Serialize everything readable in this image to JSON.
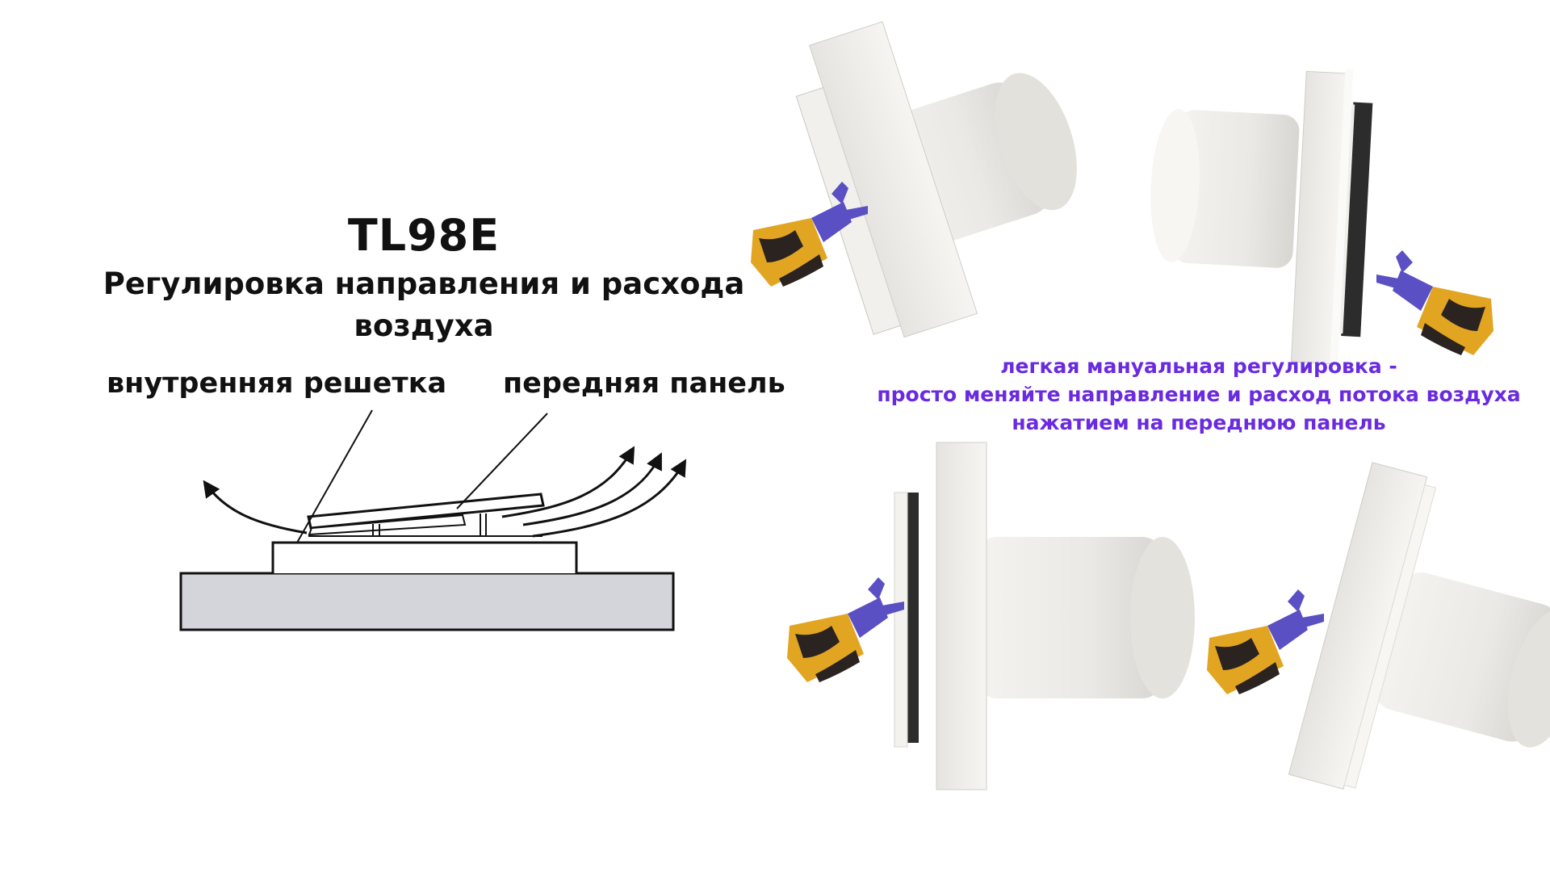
{
  "diagram": {
    "model": "TL98E",
    "heading": "Регулировка направления и расхода воздуха",
    "label_inner_grille": "внутренняя решетка",
    "label_front_panel": "передняя панель"
  },
  "caption": {
    "line1": "легкая мануальная регулировка -",
    "line2": "просто меняйте направление и расход потока воздуха",
    "line3": "нажатием на переднюю панель"
  },
  "colors": {
    "caption": "#6a2be0",
    "glove_yellow": "#e2a522",
    "glove_dark": "#2a2320",
    "hand_purple": "#5b4fc4",
    "wall_fill": "#d4d4db",
    "fan_body": "#eceae6"
  },
  "icons": [
    "pointing-hand-icon",
    "fan-photo"
  ]
}
